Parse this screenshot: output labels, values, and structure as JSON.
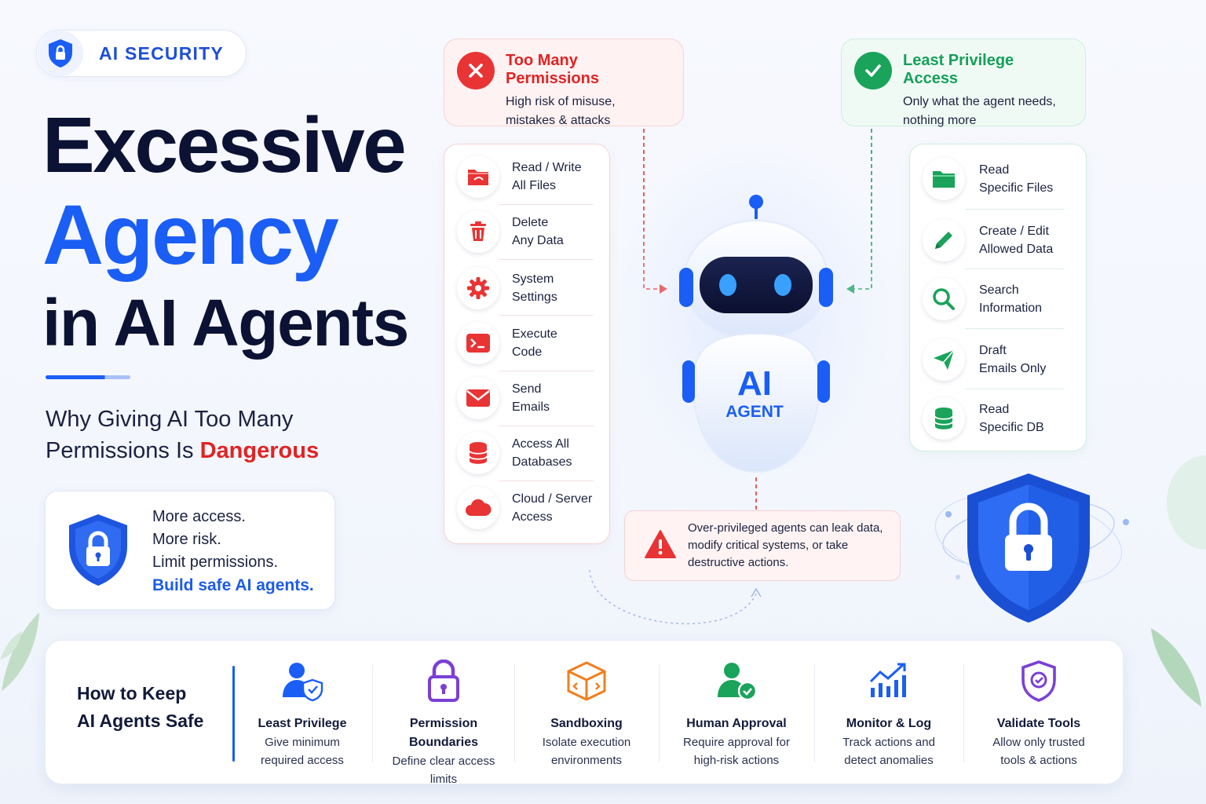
{
  "badge": {
    "label": "AI SECURITY"
  },
  "title": {
    "line1": "Excessive",
    "line2": "Agency",
    "line3": "in AI Agents"
  },
  "subtitle": {
    "part1": "Why Giving AI Too Many",
    "part2": "Permissions Is ",
    "highlight": "Dangerous"
  },
  "info_card": {
    "lines": [
      "More access.",
      "More risk.",
      "Limit permissions."
    ],
    "cta": "Build safe AI agents."
  },
  "too_many": {
    "title": "Too Many Permissions",
    "desc_line1": "High risk of misuse,",
    "desc_line2": "mistakes & attacks"
  },
  "least_privilege": {
    "title": "Least Privilege Access",
    "desc_line1": "Only what the agent needs,",
    "desc_line2": "nothing more"
  },
  "excessive_permissions": [
    {
      "icon": "folder-icon",
      "label": "Read / Write\nAll Files"
    },
    {
      "icon": "trash-icon",
      "label": "Delete\nAny Data"
    },
    {
      "icon": "gear-icon",
      "label": "System\nSettings"
    },
    {
      "icon": "terminal-icon",
      "label": "Execute\nCode"
    },
    {
      "icon": "mail-icon",
      "label": "Send\nEmails"
    },
    {
      "icon": "database-icon",
      "label": "Access All\nDatabases"
    },
    {
      "icon": "cloud-icon",
      "label": "Cloud / Server\nAccess"
    }
  ],
  "limited_permissions": [
    {
      "icon": "folder-icon",
      "label": "Read\nSpecific Files"
    },
    {
      "icon": "pencil-icon",
      "label": "Create / Edit\nAllowed Data"
    },
    {
      "icon": "search-icon",
      "label": "Search\nInformation"
    },
    {
      "icon": "send-icon",
      "label": "Draft\nEmails Only"
    },
    {
      "icon": "database-icon",
      "label": "Read\nSpecific DB"
    }
  ],
  "robot": {
    "line1": "AI",
    "line2": "AGENT"
  },
  "warning": {
    "line1": "Over-privileged agents can leak data,",
    "line2": "modify critical systems, or take",
    "line3": "destructive actions."
  },
  "safety": {
    "heading_line1": "How to Keep",
    "heading_line2": "AI Agents Safe",
    "tips": [
      {
        "icon": "user-shield-icon",
        "title": "Least Privilege",
        "desc": [
          "Give minimum",
          "required access"
        ]
      },
      {
        "icon": "lock-icon",
        "title": "Permission\nBoundaries",
        "desc": [
          "Define clear access",
          "limits"
        ]
      },
      {
        "icon": "box-icon",
        "title": "Sandboxing",
        "desc": [
          "Isolate execution",
          "environments"
        ]
      },
      {
        "icon": "user-check-icon",
        "title": "Human Approval",
        "desc": [
          "Require approval for",
          "high-risk actions"
        ]
      },
      {
        "icon": "chart-icon",
        "title": "Monitor & Log",
        "desc": [
          "Track actions and",
          "detect anomalies"
        ]
      },
      {
        "icon": "shield-check-icon",
        "title": "Validate Tools",
        "desc": [
          "Allow only trusted",
          "tools & actions"
        ]
      }
    ]
  },
  "colors": {
    "primary": "#1a5ef5",
    "danger": "#e02424",
    "success": "#16a05a",
    "ink": "#0c1233"
  }
}
